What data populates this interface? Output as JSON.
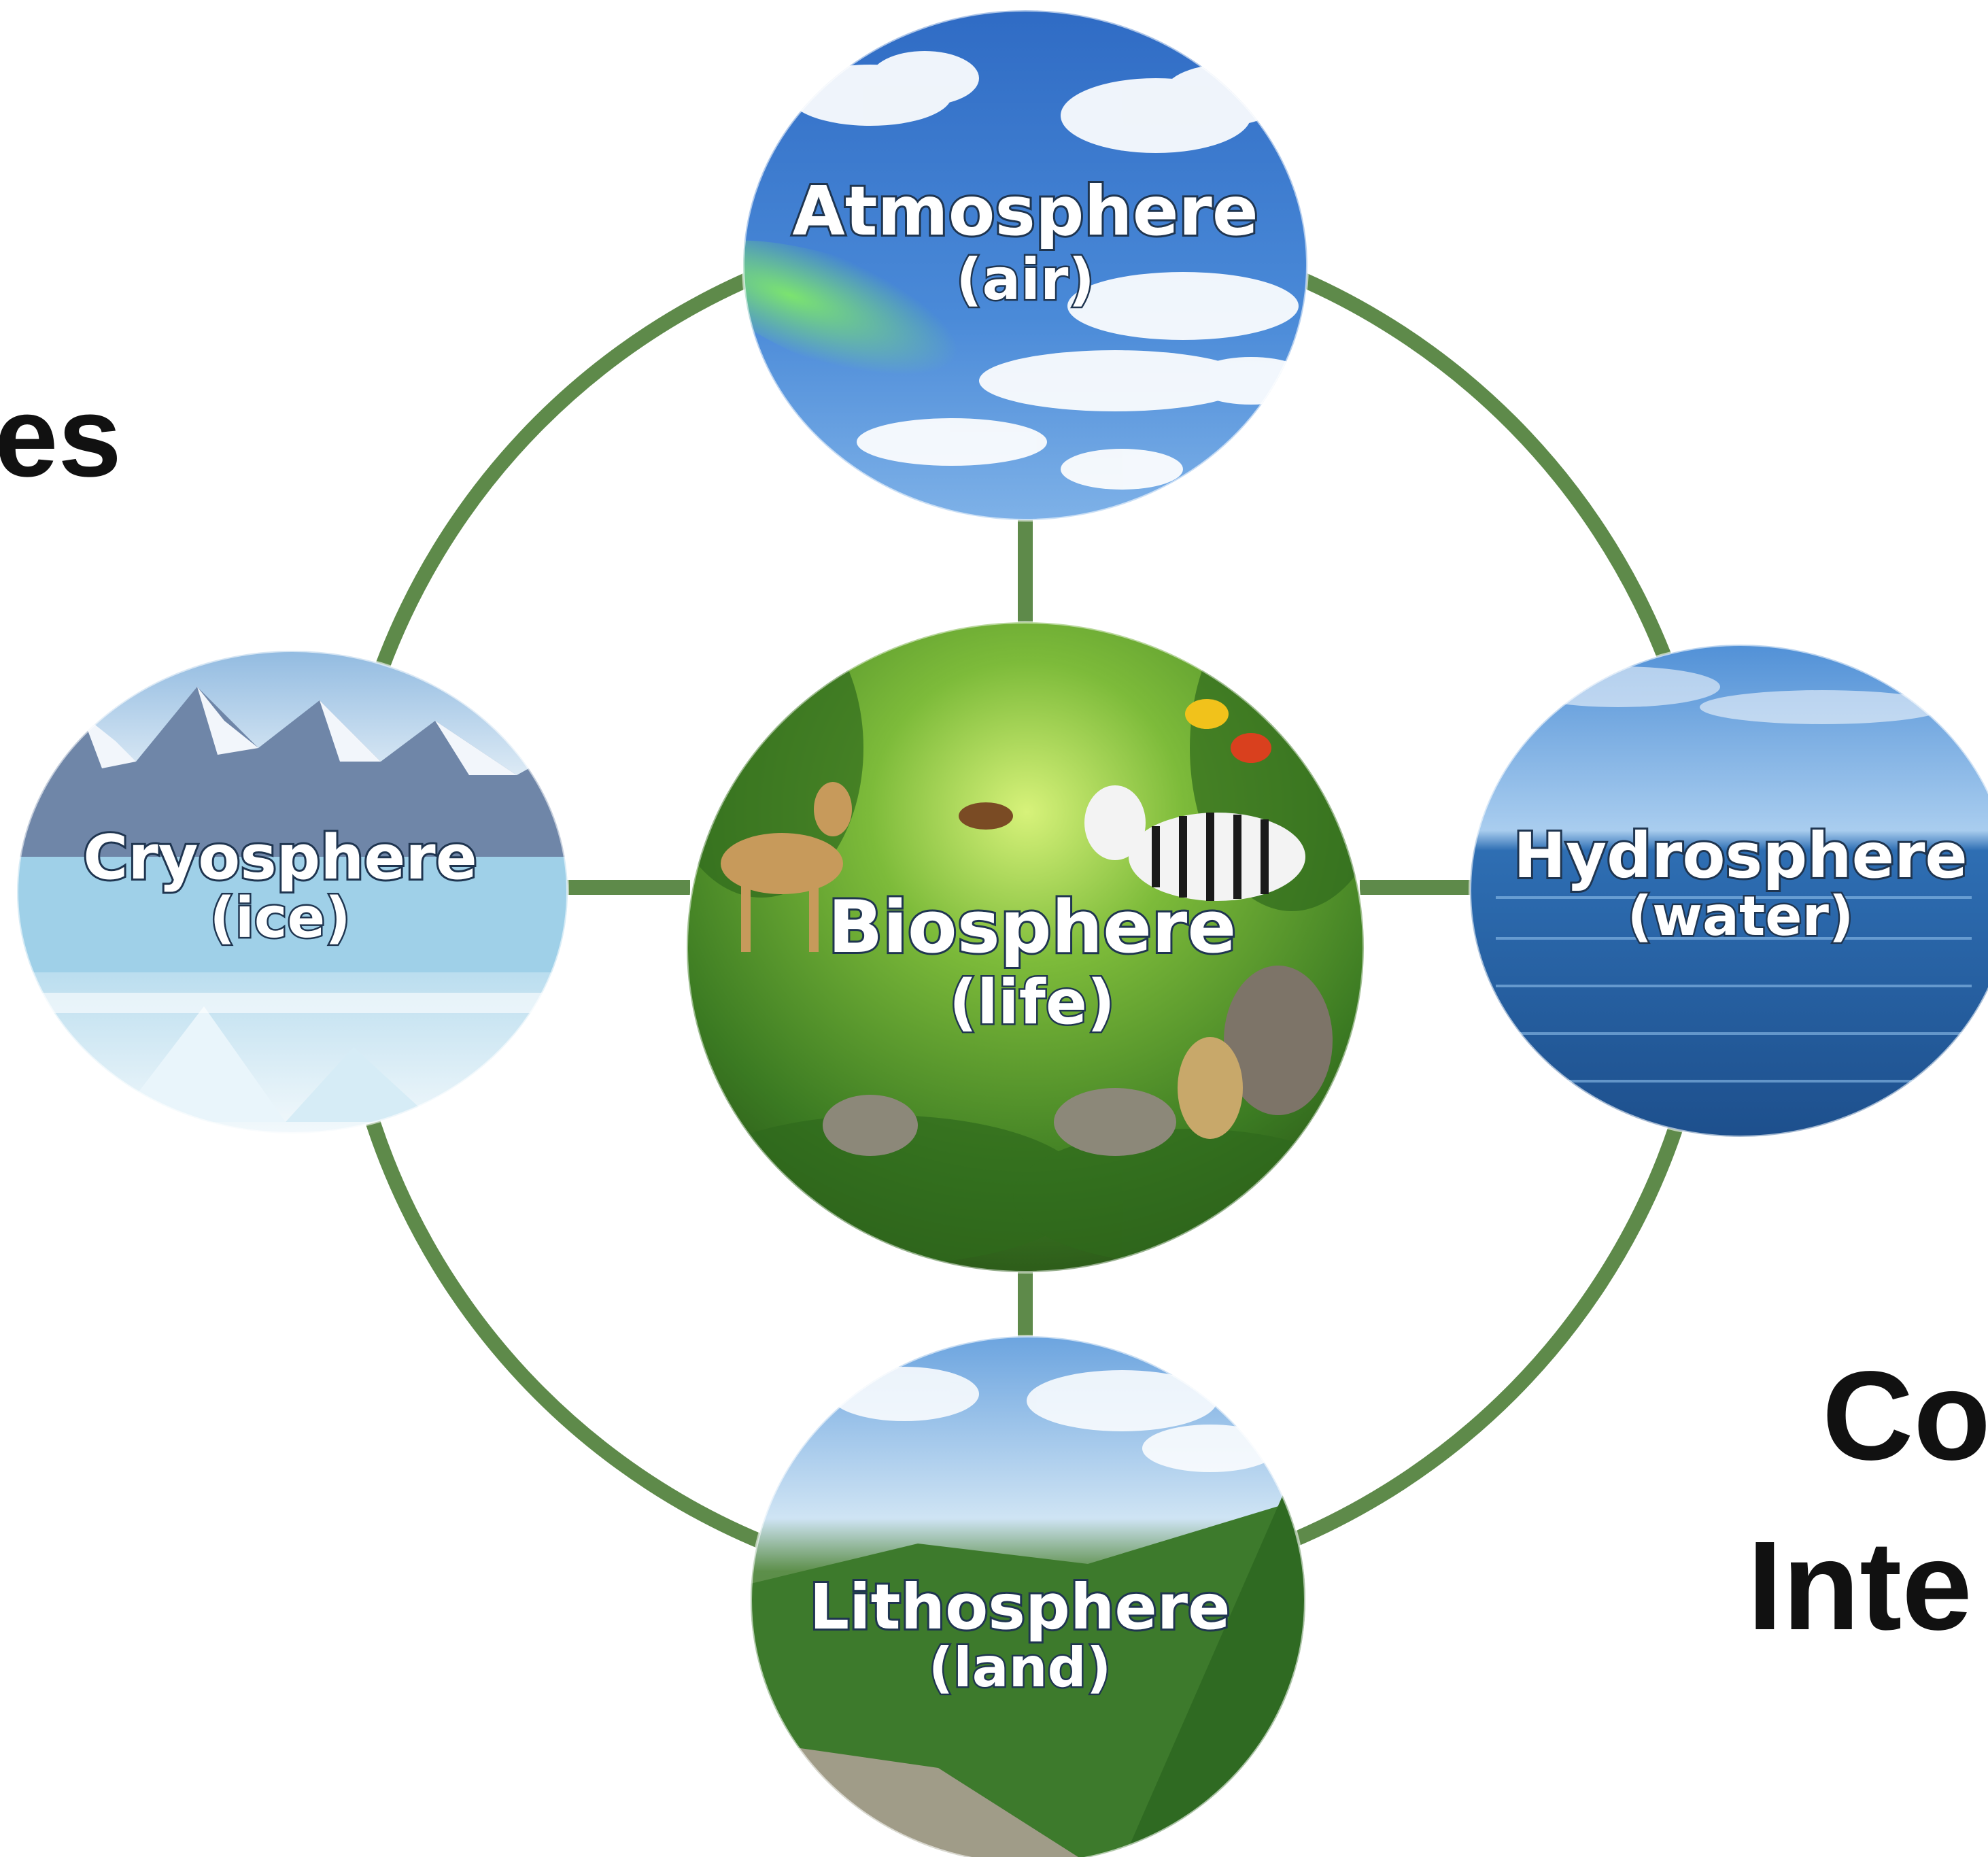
{
  "side_text": {
    "left_fragment": "es",
    "right_fragment_line1": "Co",
    "right_fragment_line2": "Inte"
  },
  "spheres": {
    "atmosphere": {
      "title": "Atmosphere",
      "subtitle": "(air)"
    },
    "cryosphere": {
      "title": "Cryosphere",
      "subtitle": "(ice)"
    },
    "biosphere": {
      "title": "Biosphere",
      "subtitle": "(life)"
    },
    "hydrosphere": {
      "title": "Hydrosphere",
      "subtitle": "(water)"
    },
    "lithosphere": {
      "title": "Lithosphere",
      "subtitle": "(land)"
    }
  },
  "colors": {
    "connector_green": "#5e8a4a",
    "sky_blue": "#3f7fd0",
    "ocean_blue": "#2a5f9e",
    "forest_green": "#3f7a2a",
    "ice_blue": "#bfe1f2"
  }
}
